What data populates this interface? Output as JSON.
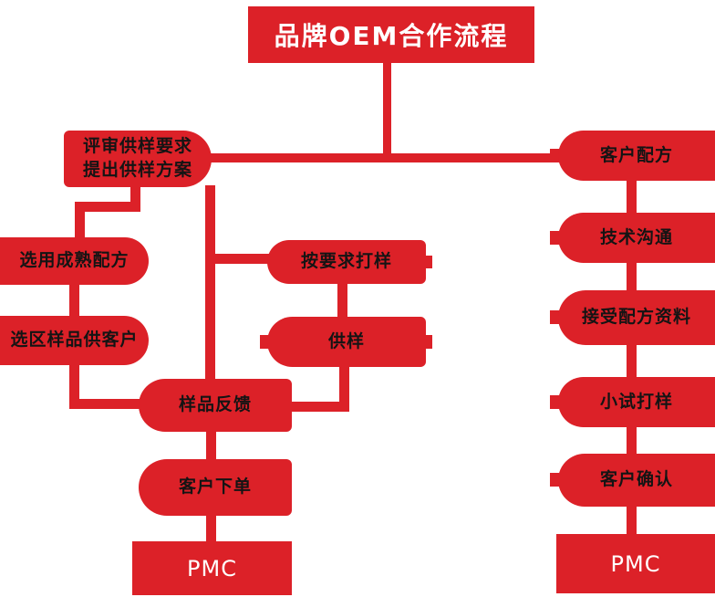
{
  "palette": {
    "red": "#DC2128",
    "text_dark": "#141414",
    "text_light": "#FFFFFF"
  },
  "title": "品牌OEM合作流程",
  "nodes": {
    "review": {
      "line1": "评审供样要求",
      "line2": "提出供样方案"
    },
    "customer_formula": {
      "label": "客户配方"
    },
    "mature_formula": {
      "label": "选用成熟配方"
    },
    "sample_to_customer": {
      "label": "选区样品供客户"
    },
    "sample_on_request": {
      "label": "按要求打样"
    },
    "supply_sample": {
      "label": "供样"
    },
    "tech_communication": {
      "label": "技术沟通"
    },
    "receive_formula_data": {
      "label": "接受配方资料"
    },
    "trial_sample": {
      "label": "小试打样"
    },
    "customer_confirm": {
      "label": "客户确认"
    },
    "sample_feedback": {
      "label": "样品反馈"
    },
    "customer_order": {
      "label": "客户下单"
    },
    "pmc_left": {
      "label": "PMC"
    },
    "pmc_right": {
      "label": "PMC"
    }
  }
}
